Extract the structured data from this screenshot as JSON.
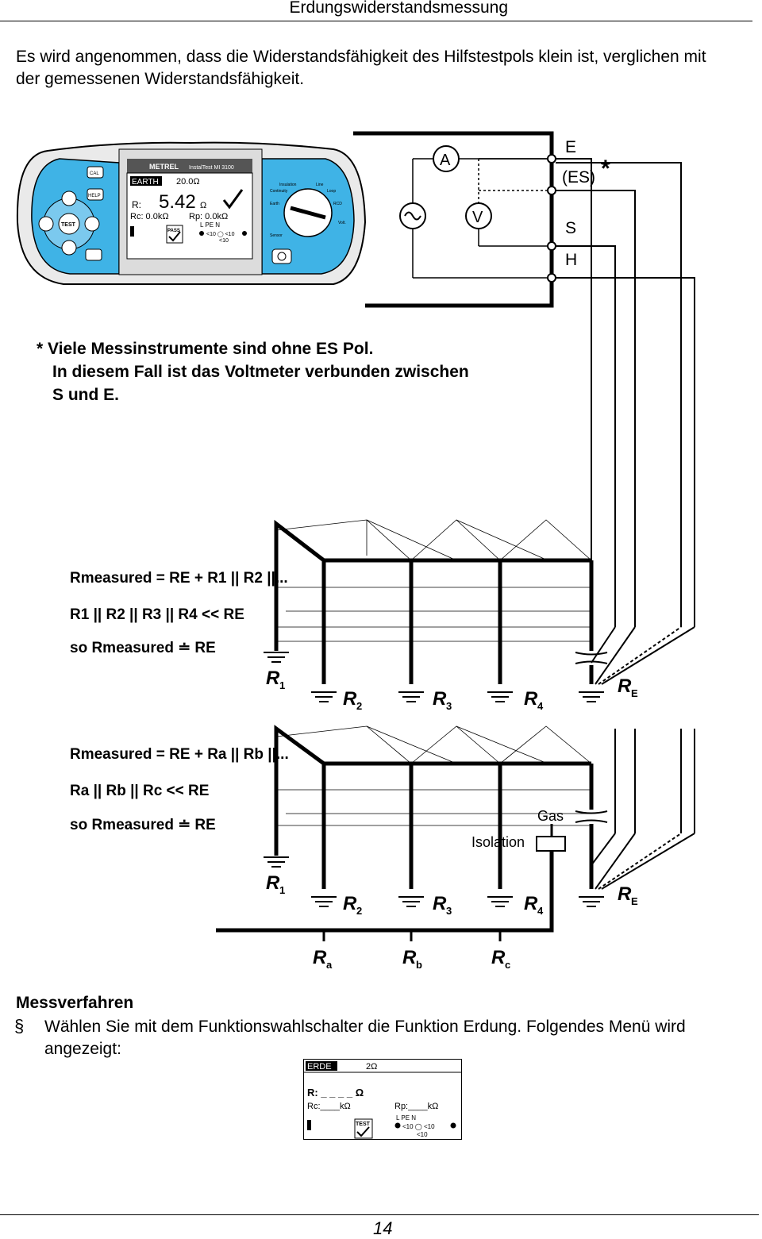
{
  "header": {
    "title": "Erdungswiderstandsmessung"
  },
  "intro_text": "Es wird angenommen, dass die Widerstandsfähigkeit des Hilfstestpols klein ist, verglichen mit der gemessenen Widerstandsfähigkeit.",
  "device": {
    "brand": "METREL",
    "model": "InstalTest MI 3100",
    "screen_function": "EARTH",
    "screen_limit": "20.0Ω",
    "screen_r_label": "R:",
    "screen_r_value": "5.42",
    "screen_r_unit": "Ω",
    "screen_rc": "Rc: 0.0kΩ",
    "screen_rp": "Rp: 0.0kΩ",
    "screen_terminals": "L   PE   N",
    "screen_lt1": "<10 ◯ <10",
    "screen_lt2": "<10",
    "screen_pass": "PASS",
    "button_cal": "CAL",
    "button_help": "HELP",
    "button_test": "TEST",
    "dial_labels": [
      "Insulation",
      "Line",
      "Continuity",
      "Loop",
      "Earth",
      "RCD",
      "Volt.",
      "Sensor"
    ]
  },
  "wiring": {
    "terminal_a": "A",
    "terminal_v": "V",
    "label_e": "E",
    "label_es": "(ES)",
    "star": "*",
    "label_s": "S",
    "label_h": "H"
  },
  "note": {
    "line1": "* Viele Messinstrumente sind ohne ES Pol.",
    "line2": "In diesem Fall ist das Voltmeter verbunden zwischen",
    "line3": "S und E."
  },
  "diagram1": {
    "formula1": "Rmeasured = RE + R1 || R2 ||...",
    "formula2": "R1 || R2 || R3 || R4 << RE",
    "formula3": "so  Rmeasured ≐ RE",
    "ground_labels": [
      "R",
      "R",
      "R",
      "R",
      "R"
    ],
    "ground_subs": [
      "1",
      "2",
      "3",
      "4",
      "E"
    ]
  },
  "diagram2": {
    "formula1": "Rmeasured = RE + Ra || Rb ||...",
    "formula2": "Ra || Rb || Rc << RE",
    "formula3": "so  Rmeasured ≐ RE",
    "gas": "Gas",
    "isolation": "Isolation",
    "ground_labels": [
      "R",
      "R",
      "R",
      "R",
      "R"
    ],
    "ground_subs": [
      "1",
      "2",
      "3",
      "4",
      "E"
    ],
    "bottom_labels": [
      "R",
      "R",
      "R"
    ],
    "bottom_subs": [
      "a",
      "b",
      "c"
    ]
  },
  "procedure": {
    "heading": "Messverfahren",
    "bullet": "§",
    "text": "Wählen Sie mit dem Funktionswahlschalter die Funktion Erdung. Folgendes Menü wird angezeigt:"
  },
  "menu": {
    "function": "ERDE",
    "limit": "2Ω",
    "r_line": "R:  _ _ _ _ Ω",
    "rc_line": "Rc:____kΩ",
    "rp_line": "Rp:____kΩ",
    "terminals": "L   PE   N",
    "lt1": "<10 ◯ <10",
    "lt2": "<10",
    "test": "TEST"
  },
  "footer": {
    "page": "14"
  }
}
